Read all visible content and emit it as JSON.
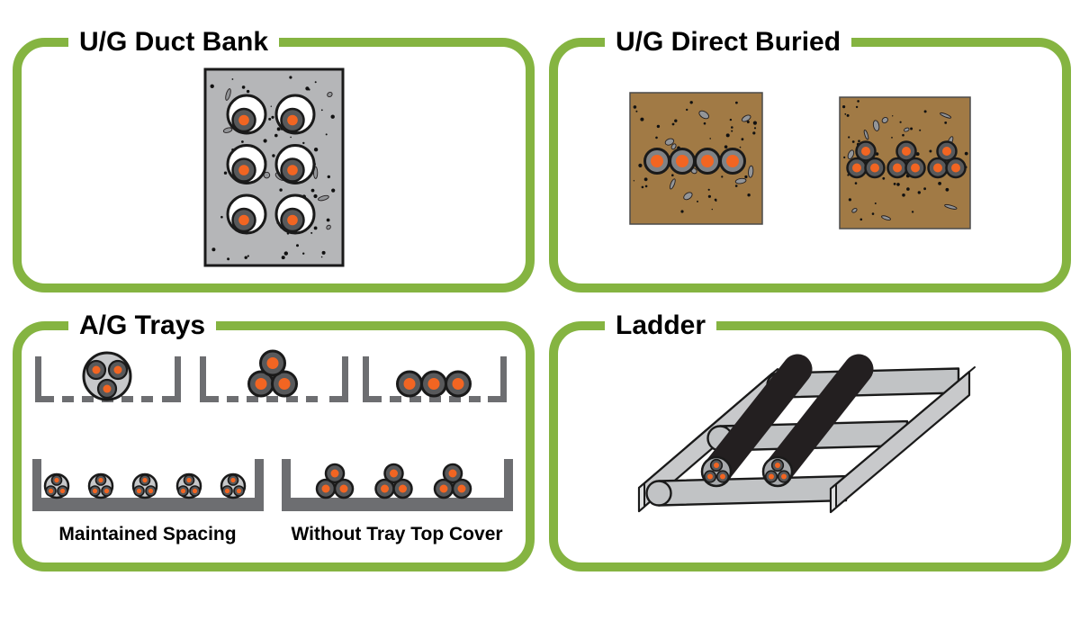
{
  "page": {
    "background": "#FFFFFF"
  },
  "colors": {
    "panel_border_green": "#85B441",
    "outline_black": "#1A1A1A",
    "cable_orange": "#F26522",
    "cable_dark_gray": "#58595B",
    "cable_medium_gray": "#808285",
    "sleeve_light_gray": "#C7C8CA",
    "tray_gray": "#6D6E71",
    "concrete_gray": "#B5B6B8",
    "soil_brown": "#A17A45",
    "pebble_gray": "#939598",
    "ladder_rail_gray": "#C8C9CB",
    "ladder_rail_top": "#E7E8E9",
    "ladder_rail_end": "#DEDFE0",
    "ladder_rung_gray": "#C1C3C5",
    "ladder_cable_black": "#231F20",
    "duct_white": "#FFFFFF"
  },
  "panels": {
    "duct_bank": {
      "title": "U/G Duct Bank",
      "duct_columns": 2,
      "duct_rows": 3,
      "cables_per_duct": 1
    },
    "direct_buried": {
      "title": "U/G Direct Buried",
      "left_bed_flat_row_cables": 4,
      "right_bed_trefoil_groups": 3,
      "cables_per_trefoil": 3
    },
    "trays": {
      "title": "A/G Trays",
      "ventilated_sections": 3,
      "flat_row_cables": 3,
      "solid_tray_left": {
        "label": "Maintained Spacing",
        "sleeved_cables": 5,
        "cores_per_sleeve": 3
      },
      "solid_tray_right": {
        "label": "Without Tray Top Cover",
        "trefoil_groups": 3,
        "cables_per_trefoil": 3
      }
    },
    "ladder": {
      "title": "Ladder",
      "rung_count": 3,
      "cable_count": 2,
      "cores_per_cable": 3
    }
  }
}
